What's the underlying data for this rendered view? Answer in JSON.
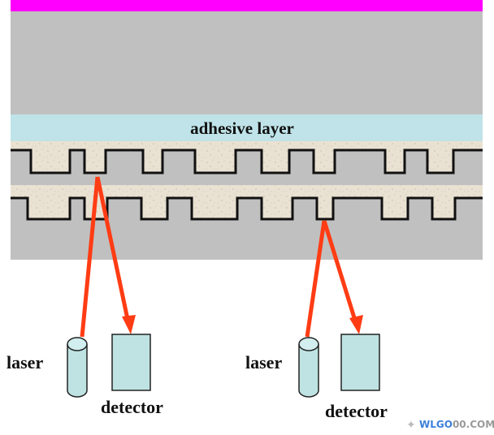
{
  "diagram": {
    "labels": {
      "adhesive_layer": "adhesive layer",
      "laser_left": "laser",
      "detector_left": "detector",
      "laser_right": "laser",
      "detector_right": "detector"
    },
    "watermark": {
      "text_blue": "WLGO",
      "text_grey": "00.COM"
    },
    "colors": {
      "top_coat": "#ff00ff",
      "substrate": "#c0c0c0",
      "adhesive": "#bfe3e8",
      "data_layer": "#e8dfcf",
      "pit_line": "#111111",
      "beam": "#ff3c14",
      "device_fill": "#bfe3e3",
      "device_stroke": "#222222"
    }
  }
}
